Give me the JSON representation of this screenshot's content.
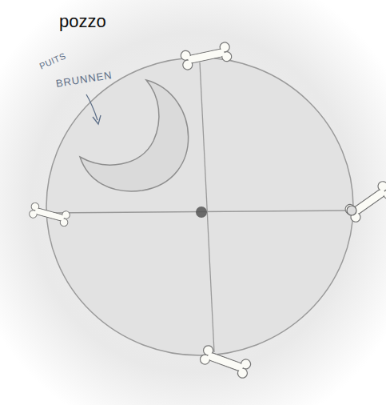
{
  "diagram": {
    "labels": [
      "pozzo",
      "PUITS",
      "BRUNNEN"
    ]
  }
}
